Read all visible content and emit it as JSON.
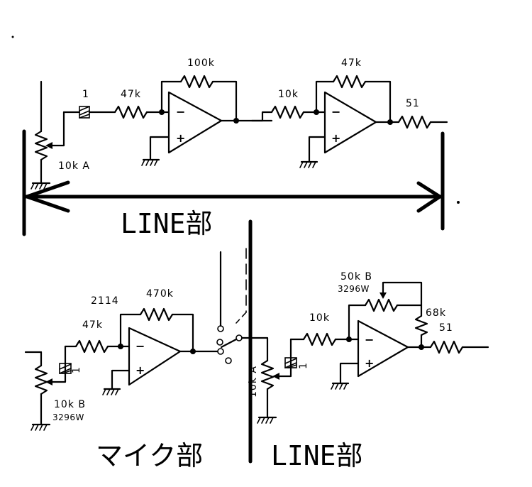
{
  "labels": {
    "top_trim": "1",
    "top_r_in1": "47k",
    "top_r_fb1": "100k",
    "top_r_in2": "10k",
    "top_r_fb2": "47k",
    "top_r_out": "51",
    "top_pot": "10k A",
    "bot_r_fb": "470k",
    "bot_cap": "2114",
    "bot_r_in": "47k",
    "bot_trim": "1",
    "bot_pot_value": "10k B",
    "bot_pot_part": "3296W",
    "line_pot": "10k A",
    "line_trim": "1",
    "line_r_in": "10k",
    "line_fb_pot_value": "50k B",
    "line_fb_pot_part": "3296W",
    "line_r_fb": "68k",
    "line_r_out": "51",
    "minus": "−",
    "plus": "+"
  },
  "sections": {
    "line_top": "LINE部",
    "mic": "マイク部",
    "line_bottom": "LINE部"
  }
}
